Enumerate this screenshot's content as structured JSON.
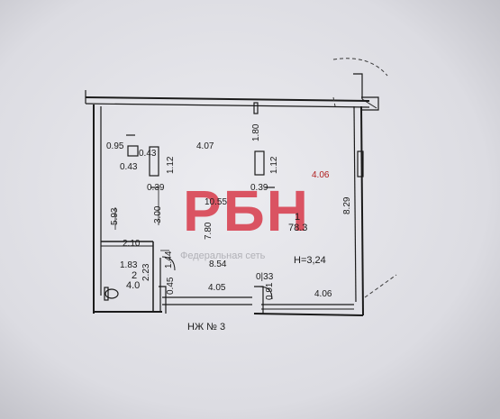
{
  "plan": {
    "caption": "НЖ № 3",
    "room1": {
      "number": "1",
      "area": "78.3",
      "height": "H=3,24"
    },
    "room2": {
      "number": "2",
      "area": "4.0"
    },
    "watermark": {
      "logo": "РБН",
      "text": "Федеральная сеть"
    },
    "dimensions": {
      "d095": "0.95",
      "d043a": "0.43",
      "d043b": "0.43",
      "d112a": "1.12",
      "d039a": "0.39",
      "d407": "4.07",
      "d180": "1.80",
      "d112b": "1.12",
      "d039b": "0.39",
      "d406a": "4.06",
      "d1055": "10.55",
      "d593": "5.93",
      "d300": "3.00",
      "d780": "7.80",
      "d829": "8.29",
      "d210": "2.10",
      "d183": "1.83",
      "d223": "2.23",
      "d144": "1.44",
      "d854": "8.54",
      "d033": "0|33",
      "d045": "0.45",
      "d405": "4.05",
      "d091": "0.91",
      "d406b": "4.06"
    },
    "colors": {
      "paper": "#e6e6ea",
      "ink": "#1b1b1b",
      "logo": "#d83a4a",
      "dim_red": "#b01e1e"
    }
  }
}
